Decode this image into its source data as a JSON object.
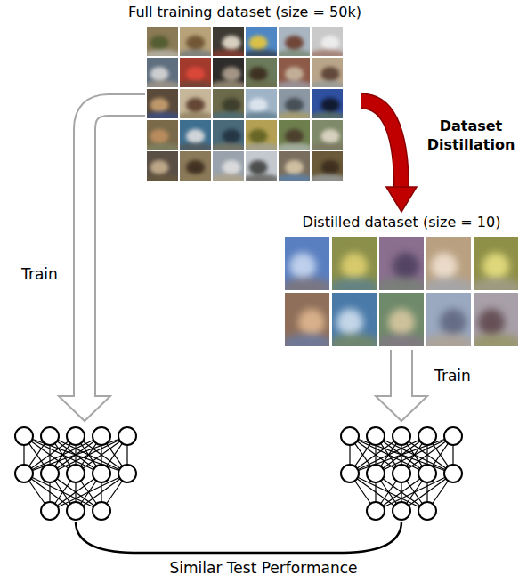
{
  "diagram": {
    "nodes": [
      {
        "text": [
          "Full training dataset (size = 50k)"
        ]
      },
      {
        "text": [
          "Distilled dataset (size = 10)"
        ]
      }
    ],
    "edges": [
      {
        "from": 0,
        "to": 1,
        "arrow": "to",
        "label": "Dataset Distillation"
      }
    ],
    "labels": [
      "Train",
      "Train",
      "Similar Test Performance"
    ]
  }
}
